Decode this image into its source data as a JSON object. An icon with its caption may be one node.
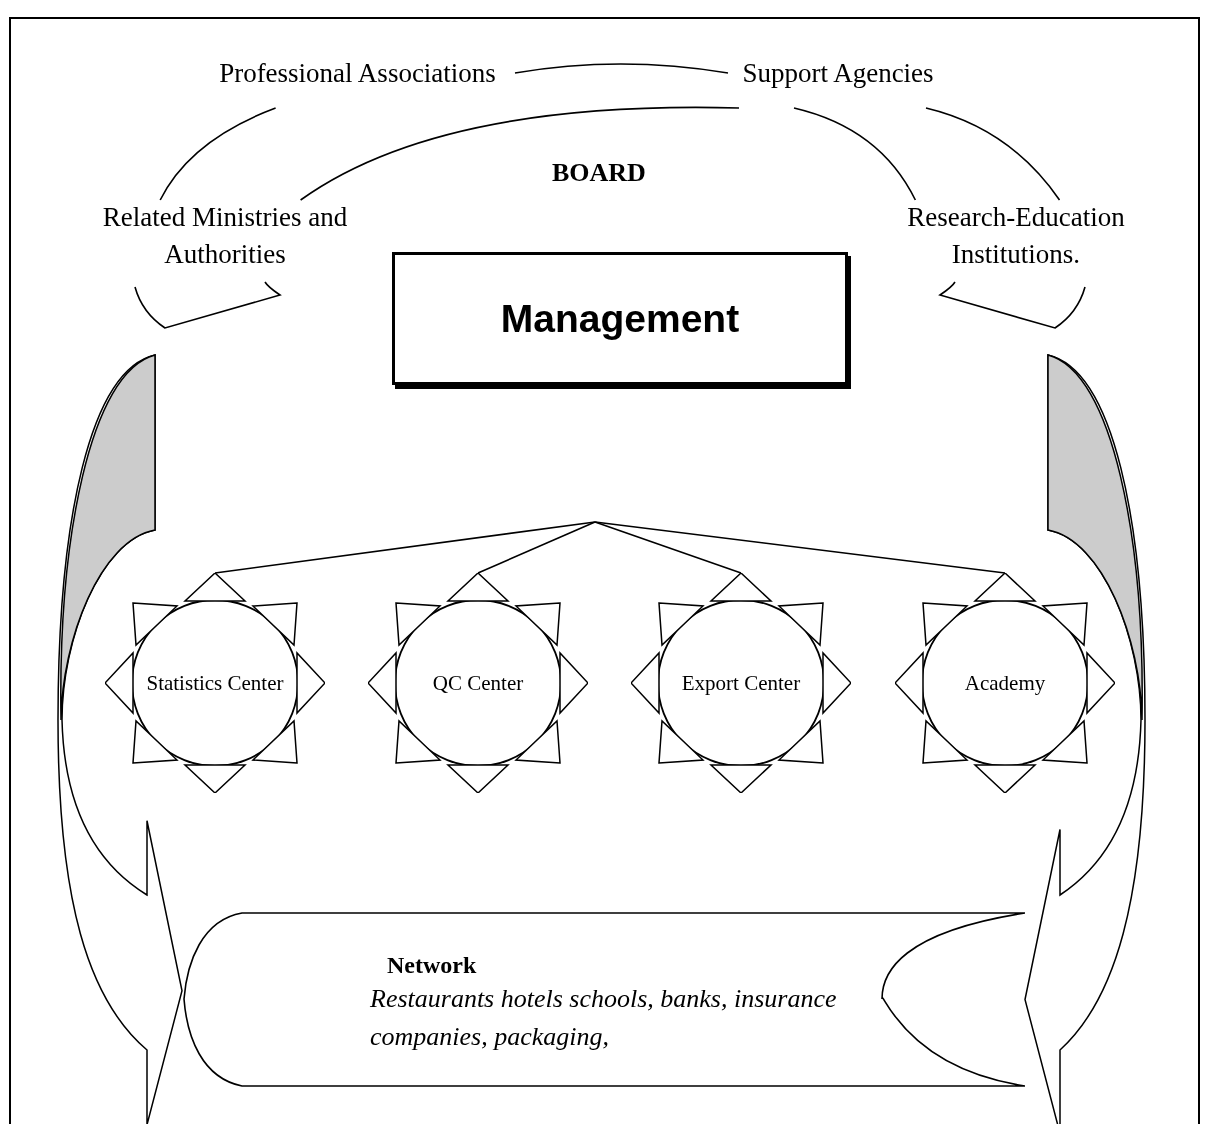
{
  "diagram": {
    "nodes": [
      {
        "text": [
          "Professional Associations"
        ]
      },
      {
        "text": [
          "Support Agencies"
        ]
      },
      {
        "text": [
          "Related Ministries and Authorities"
        ]
      },
      {
        "text": [
          "Research-Education Institutions."
        ]
      },
      {
        "text": [
          "Management"
        ]
      },
      {
        "text": [
          "Statistics Center"
        ]
      },
      {
        "text": [
          "QC Center"
        ]
      },
      {
        "text": [
          "Export Center"
        ]
      },
      {
        "text": [
          "Academy"
        ]
      },
      {
        "text": [
          "Network",
          "Restaurants hotels schools, banks, insurance companies, packaging,"
        ]
      }
    ],
    "edges": [
      {
        "from": 0,
        "to": 1,
        "arrow": "none"
      },
      {
        "from": 0,
        "to": 2,
        "arrow": "none"
      },
      {
        "from": 2,
        "to": 1,
        "arrow": "none"
      },
      {
        "from": 1,
        "to": 3,
        "arrow": "none"
      },
      {
        "from": 1,
        "to": 3,
        "arrow": "none"
      },
      {
        "from": null,
        "to": 5,
        "arrow": "none"
      },
      {
        "from": null,
        "to": 6,
        "arrow": "none"
      },
      {
        "from": null,
        "to": 7,
        "arrow": "none"
      },
      {
        "from": null,
        "to": 8,
        "arrow": "none"
      },
      {
        "from": null,
        "to": 9,
        "arrow": "to"
      },
      {
        "from": null,
        "to": 9,
        "arrow": "to"
      }
    ],
    "labels": [
      "BOARD"
    ]
  }
}
